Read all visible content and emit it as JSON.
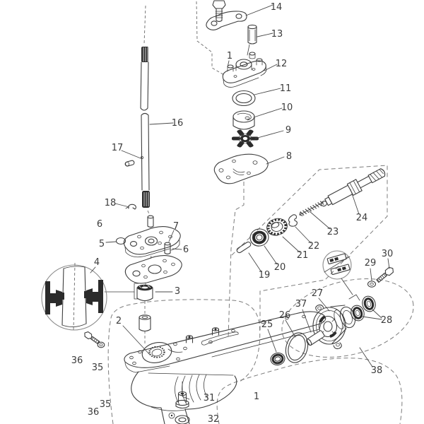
{
  "diagram": {
    "type": "exploded-parts-diagram",
    "background": "#ffffff",
    "line_color": "#3e3e3e",
    "dark_fill": "#2b2b2b",
    "dash_color": "#7c7c7c",
    "callouts": [
      {
        "label": "14"
      },
      {
        "label": "13"
      },
      {
        "label": "12"
      },
      {
        "label": "1"
      },
      {
        "label": "11"
      },
      {
        "label": "10"
      },
      {
        "label": "9"
      },
      {
        "label": "8"
      },
      {
        "label": "16"
      },
      {
        "label": "17"
      },
      {
        "label": "18"
      },
      {
        "label": "6"
      },
      {
        "label": "7"
      },
      {
        "label": "5"
      },
      {
        "label": "6"
      },
      {
        "label": "4"
      },
      {
        "label": "3"
      },
      {
        "label": "19"
      },
      {
        "label": "20"
      },
      {
        "label": "21"
      },
      {
        "label": "22"
      },
      {
        "label": "23"
      },
      {
        "label": "24"
      },
      {
        "label": "30"
      },
      {
        "label": "29"
      },
      {
        "label": "28"
      },
      {
        "label": "27"
      },
      {
        "label": "37"
      },
      {
        "label": "26"
      },
      {
        "label": "25"
      },
      {
        "label": "38"
      },
      {
        "label": "2"
      },
      {
        "label": "36"
      },
      {
        "label": "35"
      },
      {
        "label": "35"
      },
      {
        "label": "36"
      },
      {
        "label": "31"
      },
      {
        "label": "32"
      },
      {
        "label": "1"
      }
    ],
    "part_semantics": {
      "1": "gear-housing-assembly",
      "2": "gear-housing",
      "3": "driveshaft-bushing",
      "4": "clamp-detail-circle",
      "5": "small-o-ring",
      "6": "dowel-pin",
      "7": "dowel-pin",
      "8": "pump-base-plate",
      "9": "impeller",
      "10": "pump-insert-cup",
      "11": "o-ring",
      "12": "water-pump-housing",
      "13": "plunger-pin",
      "14": "bracket-plate",
      "16": "drive-shaft",
      "17": "drive-pin",
      "18": "clip",
      "19": "shear-pin",
      "20": "bearing",
      "21": "pinion-gear",
      "22": "retainer-clip",
      "23": "worm-spring",
      "24": "propeller-shaft",
      "25": "oil-seal",
      "26": "large-o-ring",
      "27": "bearing-carrier",
      "28": "bearing-pair",
      "29": "washer",
      "30": "bolt",
      "31": "bushing",
      "32": "seal-ring",
      "35": "washer",
      "36": "screw",
      "37": "roller-pin",
      "38": "carrier-sub-assembly"
    }
  }
}
